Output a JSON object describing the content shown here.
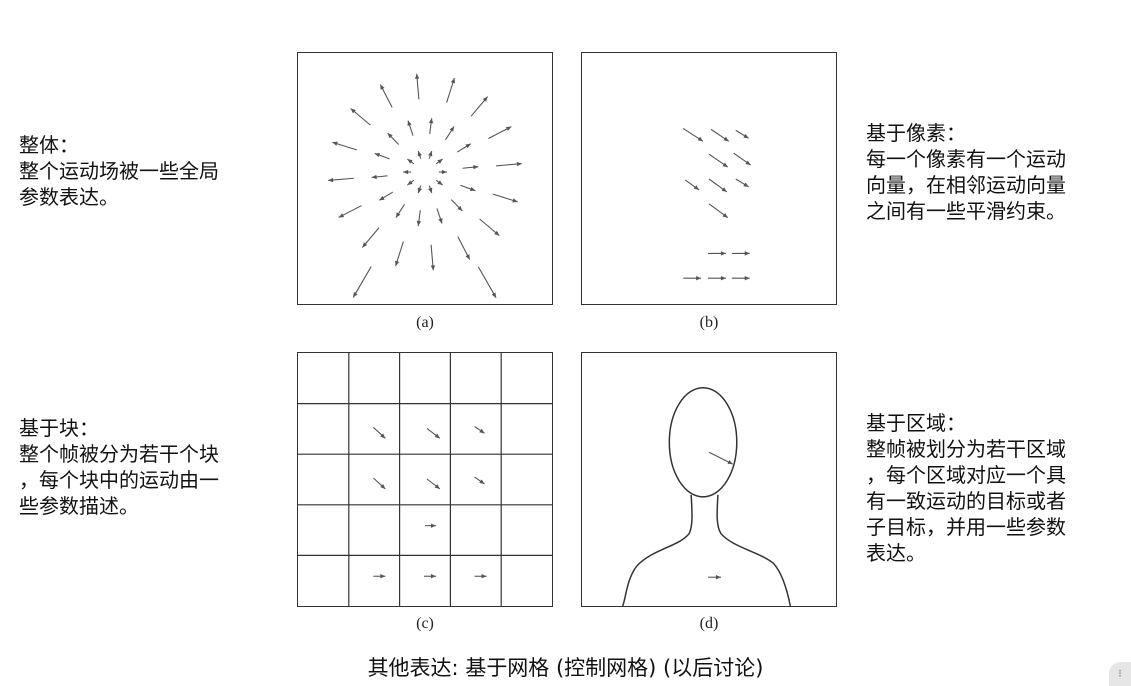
{
  "descriptions": {
    "global": [
      "整体：",
      "整个运动场被一些全局",
      "参数表达。"
    ],
    "pixel": [
      "基于像素：",
      "每一个像素有一个运动",
      "向量，在相邻运动向量",
      "之间有一些平滑约束。"
    ],
    "block": [
      "基于块：",
      "整个帧被分为若干个块",
      "，每个块中的运动由一",
      "些参数描述。"
    ],
    "region": [
      "基于区域：",
      "整帧被划分为若干区域",
      "，每个区域对应一个具",
      "有一致运动的目标或者",
      "子目标，并用一些参数",
      "表达。"
    ]
  },
  "captions": {
    "a": "(a)",
    "b": "(b)",
    "c": "(c)",
    "d": "(d)"
  },
  "footer": "其他表达: 基于网格 (控制网格) (以后讨论)",
  "colors": {
    "arrow": "#555555",
    "border": "#333333",
    "text": "#111111"
  }
}
